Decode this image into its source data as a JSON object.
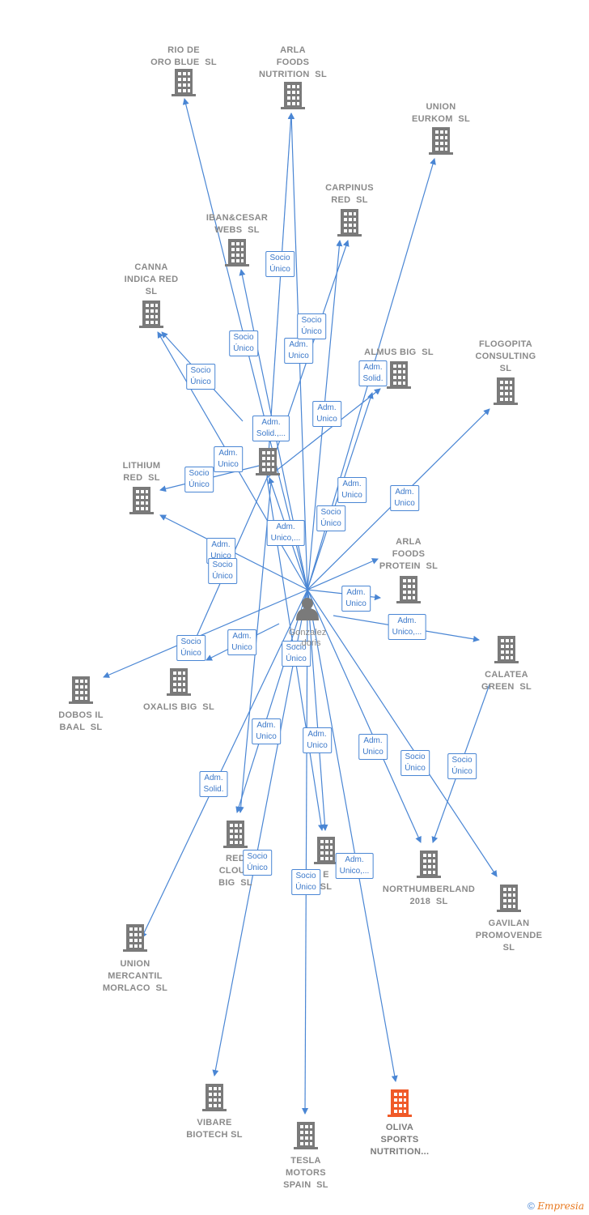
{
  "center": {
    "label": "Gonzalez\n...doris"
  },
  "colors": {
    "edge": "#4a86d4",
    "building": "#7a7a7a",
    "highlight": "#f05a28"
  },
  "nodes": [
    {
      "id": "rio",
      "label": "RIO DE\nORO BLUE  SL"
    },
    {
      "id": "arla_nut",
      "label": "ARLA\nFOODS\nNUTRITION  SL"
    },
    {
      "id": "union_eurkom",
      "label": "UNION\nEURKOM  SL"
    },
    {
      "id": "carpinus",
      "label": "CARPINUS\nRED  SL"
    },
    {
      "id": "iban",
      "label": "IBAN&CESAR\nWEBS  SL"
    },
    {
      "id": "canna",
      "label": "CANNA\nINDICA RED\nSL"
    },
    {
      "id": "almus",
      "label": "ALMUS BIG  SL"
    },
    {
      "id": "flogopita",
      "label": "FLOGOPITA\nCONSULTING\nSL"
    },
    {
      "id": "el",
      "label": "EL"
    },
    {
      "id": "lithium",
      "label": "LITHIUM\nRED  SL"
    },
    {
      "id": "arla_prot",
      "label": "ARLA\nFOODS\nPROTEIN  SL"
    },
    {
      "id": "calatea",
      "label": "CALATEA\nGREEN  SL"
    },
    {
      "id": "dobos",
      "label": "DOBOS IL\nBAAL  SL"
    },
    {
      "id": "oxalis",
      "label": "OXALIS BIG  SL"
    },
    {
      "id": "red_cloud",
      "label": "RED\nCLOUD\nBIG  SL"
    },
    {
      "id": "hidden_sl",
      "label": "E\nSL"
    },
    {
      "id": "northumberland",
      "label": "NORTHUMBERLAND\n2018  SL"
    },
    {
      "id": "gavilan",
      "label": "GAVILAN\nPROMOVENDE\nSL"
    },
    {
      "id": "union_merc",
      "label": "UNION\nMERCANTIL\nMORLACO  SL"
    },
    {
      "id": "vibare",
      "label": "VIBARE\nBIOTECH SL"
    },
    {
      "id": "oliva",
      "label": "OLIVA\nSPORTS\nNUTRITION..."
    },
    {
      "id": "tesla",
      "label": "TESLA\nMOTORS\nSPAIN  SL"
    }
  ],
  "edge_labels": [
    "Socio\nÚnico",
    "Socio\nÚnico",
    "Adm.\nUnico",
    "Socio\nÚnico",
    "Socio\nÚnico",
    "Adm.\nSolid.",
    "Adm.\nSolid.,...",
    "Adm.\nUnico",
    "Adm.\nUnico",
    "Socio\nÚnico",
    "Adm.\nUnico",
    "Adm.\nUnico",
    "Socio\nÚnico",
    "Adm.\nUnico,...",
    "Adm.\nUnico",
    "Socio\nÚnico",
    "Adm.\nUnico",
    "Adm.\nUnico,...",
    "Socio\nÚnico",
    "Adm.\nUnico",
    "Socio\nÚnico",
    "Adm.\nUnico",
    "Adm.\nUnico",
    "Adm.\nUnico",
    "Socio\nÚnico",
    "Socio\nÚnico",
    "Adm.\nSolid.",
    "Socio\nÚnico",
    "Socio\nÚnico",
    "Adm.\nUnico,..."
  ],
  "copyright": {
    "symbol": "©",
    "brand": "Empresia"
  }
}
